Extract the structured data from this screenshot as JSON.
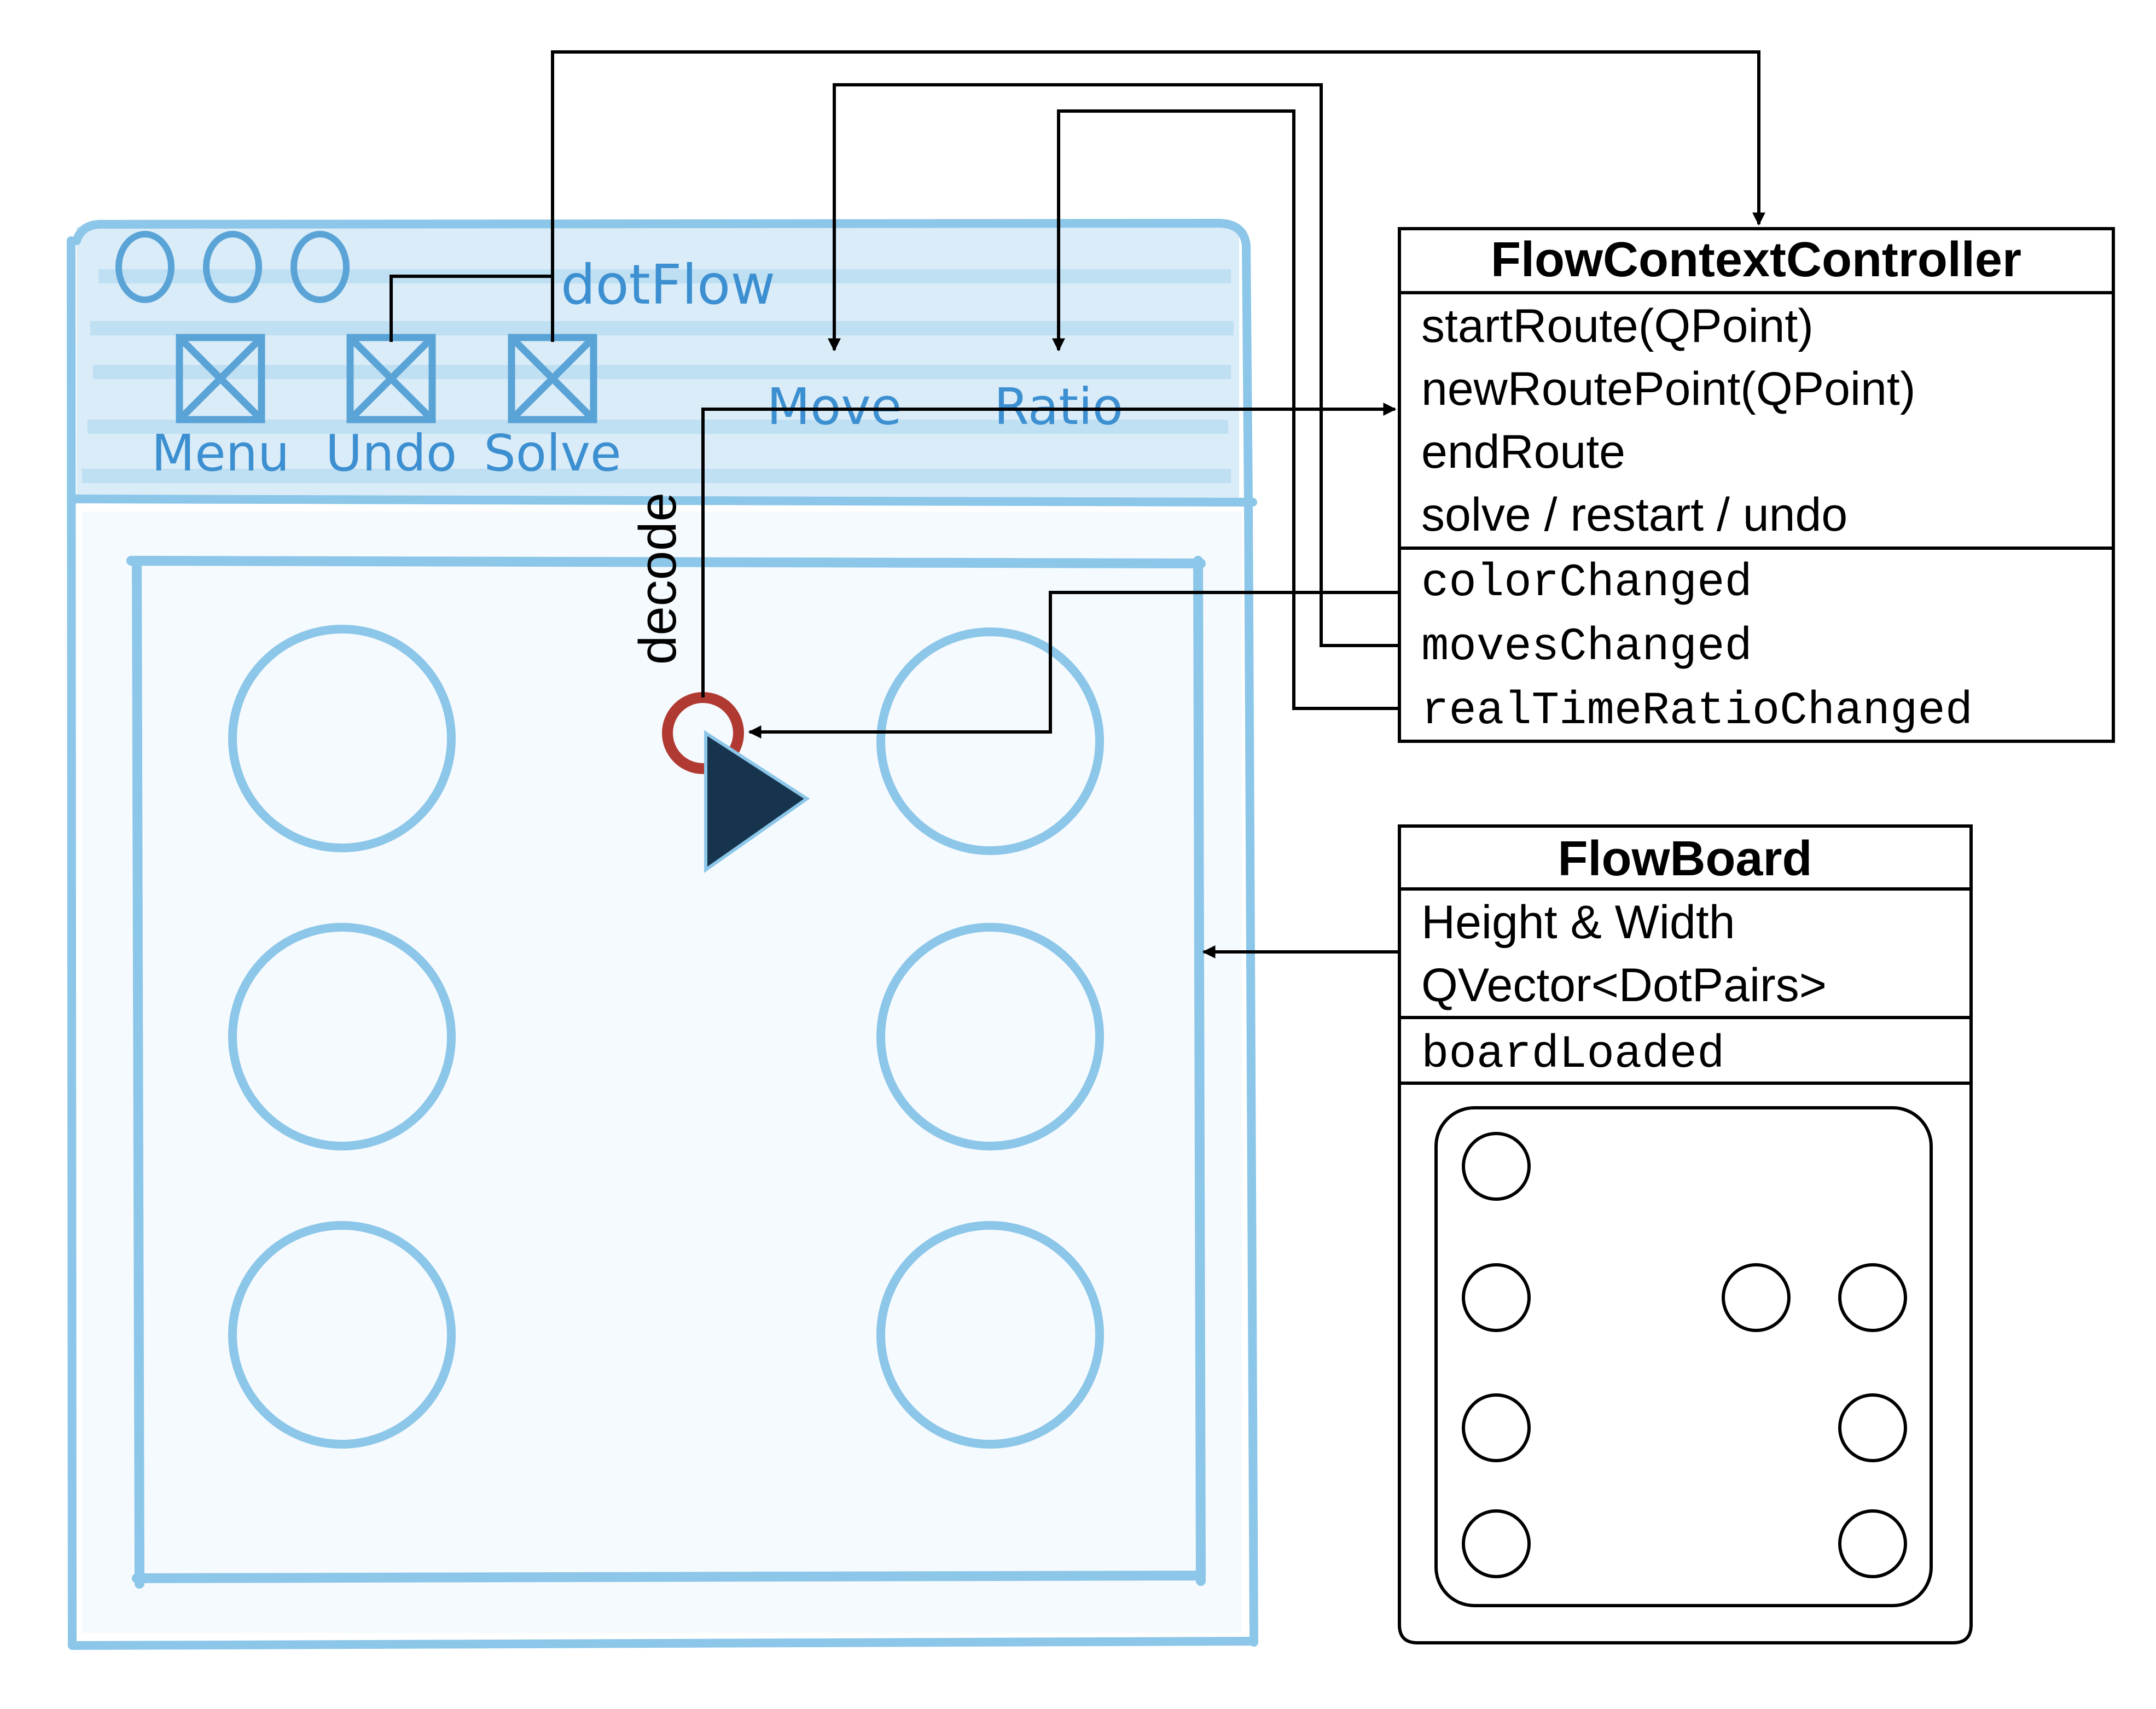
{
  "mockup": {
    "app_title": "dotFlow",
    "toolbar_buttons": [
      "Menu",
      "Undo",
      "Solve"
    ],
    "status_labels": {
      "move": "Move",
      "ratio": "Ratio"
    },
    "decode_label": "decode"
  },
  "controller": {
    "name": "FlowContextController",
    "methods": [
      "startRoute(QPoint)",
      "newRoutePoint(QPoint)",
      "endRoute",
      "solve / restart / undo"
    ],
    "signals": [
      "colorChanged",
      "movesChanged",
      "realTimeRatioChanged"
    ]
  },
  "board_class": {
    "name": "FlowBoard",
    "fields": [
      "Height & Width",
      "QVector<DotPairs>"
    ],
    "signals": [
      "boardLoaded"
    ]
  },
  "colors": {
    "sketch_blue": "#8cc6e8",
    "sketch_text": "#3c8fd0",
    "cursor_ring": "#b03a32",
    "cursor_fill": "#17344e"
  }
}
